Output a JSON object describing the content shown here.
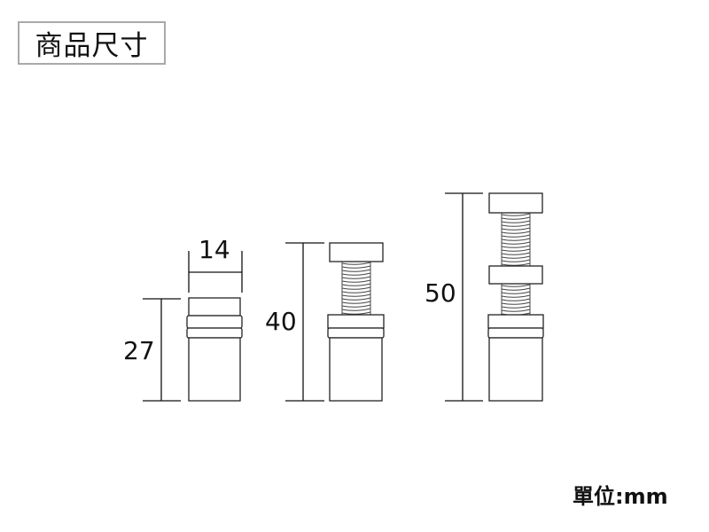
{
  "title": "商品尺寸",
  "unit_label": "單位:mm",
  "dimensions": {
    "width": "14",
    "height_short": "27",
    "height_medium": "40",
    "height_long": "50"
  }
}
